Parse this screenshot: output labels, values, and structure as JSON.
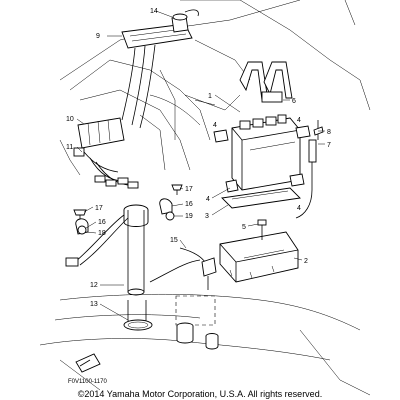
{
  "callouts": {
    "c1": "1",
    "c2": "2",
    "c3": "3",
    "c4a": "4",
    "c4b": "4",
    "c4c": "4",
    "c4d": "4",
    "c5": "5",
    "c6": "6",
    "c7": "7",
    "c8": "8",
    "c9": "9",
    "c10": "10",
    "c11": "11",
    "c12": "12",
    "c13": "13",
    "c14": "14",
    "c15": "15",
    "c16a": "16",
    "c16b": "16",
    "c17a": "17",
    "c17b": "17",
    "c18": "18",
    "c19": "19"
  },
  "figure_code": "F0V1100-1170",
  "copyright": "©2014 Yamaha Motor Corporation, U.S.A. All rights reserved."
}
